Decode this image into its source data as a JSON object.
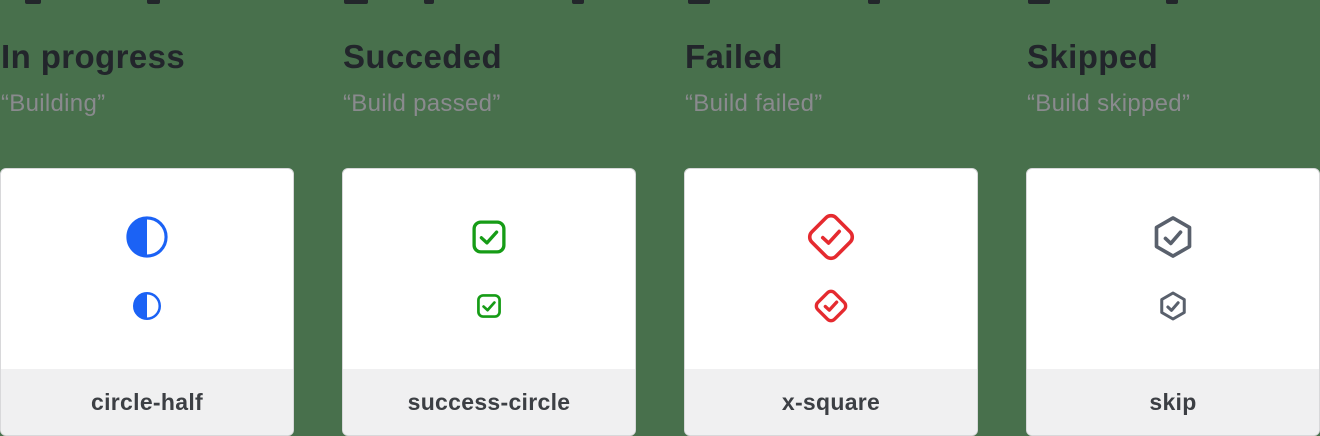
{
  "background_color": "#48704C",
  "text_colors": {
    "title": "#22252B",
    "subtitle": "#8A8A8E",
    "footer_label": "#3C3F44"
  },
  "card": {
    "background": "#FFFFFF",
    "border": "#D8D8DA",
    "footer_background": "#F0F0F1"
  },
  "columns": [
    {
      "title": "In progress",
      "subtitle": "“Building”",
      "icon_name": "circle-half",
      "icon_color": "#1B62F5"
    },
    {
      "title": "Succeded",
      "subtitle": "“Build passed”",
      "icon_name": "success-circle",
      "icon_color": "#169C16"
    },
    {
      "title": "Failed",
      "subtitle": "“Build failed”",
      "icon_name": "x-square",
      "icon_color": "#E52A2F"
    },
    {
      "title": "Skipped",
      "subtitle": "“Build skipped”",
      "icon_name": "skip",
      "icon_color": "#59606C"
    }
  ]
}
